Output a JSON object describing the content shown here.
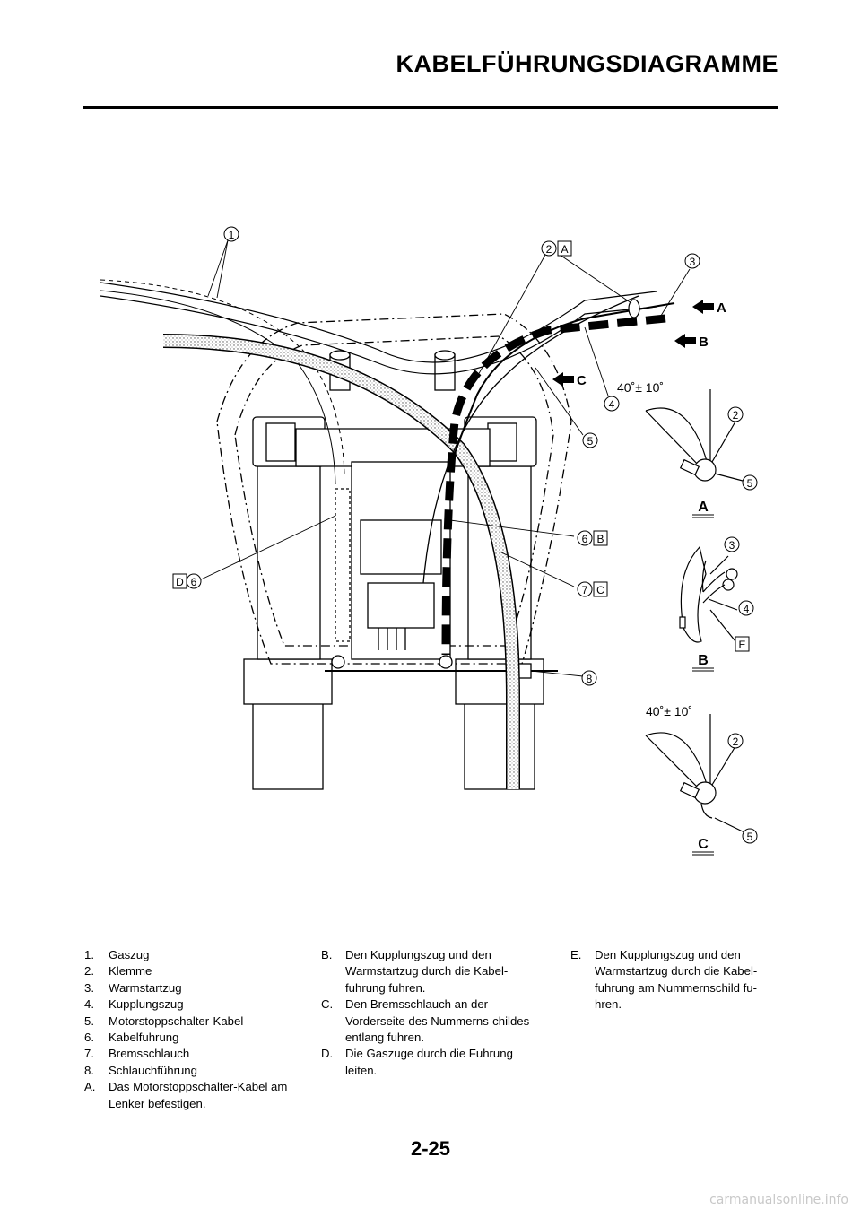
{
  "header": {
    "title": "KABELFÜHRUNGSDIAGRAMME"
  },
  "figure": {
    "callouts": {
      "c1": "1",
      "c2a": "2",
      "c2a_letter": "A",
      "c3": "3",
      "c4": "4",
      "c5": "5",
      "c6b": "6",
      "c6b_letter": "B",
      "c7c": "7",
      "c7c_letter": "C",
      "c8": "8",
      "d6_letter": "D",
      "d6": "6"
    },
    "arrows": {
      "a": "A",
      "b": "B",
      "c": "C"
    },
    "detail_a": {
      "angle": "40˚± 10˚",
      "n2": "2",
      "n5": "5",
      "label": "A"
    },
    "detail_b": {
      "n3": "3",
      "n4": "4",
      "e": "E",
      "label": "B"
    },
    "detail_c": {
      "angle": "40˚± 10˚",
      "n2": "2",
      "n5": "5",
      "label": "C"
    }
  },
  "legend": {
    "col1": [
      {
        "key": "1.",
        "text": "Gaszug"
      },
      {
        "key": "2.",
        "text": "Klemme"
      },
      {
        "key": "3.",
        "text": "Warmstartzug"
      },
      {
        "key": "4.",
        "text": "Kupplungszug"
      },
      {
        "key": "5.",
        "text": "Motorstoppschalter-Kabel"
      },
      {
        "key": "6.",
        "text": "Kabelfuhrung"
      },
      {
        "key": "7.",
        "text": "Bremsschlauch"
      },
      {
        "key": "8.",
        "text": "Schlauchführung"
      },
      {
        "key": "A.",
        "text": "Das Motorstoppschalter-Kabel am Lenker befestigen."
      }
    ],
    "col2": [
      {
        "key": "B.",
        "text": "Den Kupplungszug und den Warmstartzug durch die Kabel-fuhrung fuhren."
      },
      {
        "key": "C.",
        "text": "Den Bremsschlauch an der Vorderseite des Nummerns-childes entlang fuhren."
      },
      {
        "key": "D.",
        "text": "Die Gaszuge durch die Fuhrung leiten."
      }
    ],
    "col3": [
      {
        "key": "E.",
        "text": "Den Kupplungszug und den Warmstartzug durch die Kabel-fuhrung am Nummernschild fu-hren."
      }
    ]
  },
  "footer": {
    "page_number": "2-25",
    "watermark": "carmanualsonline.info"
  }
}
